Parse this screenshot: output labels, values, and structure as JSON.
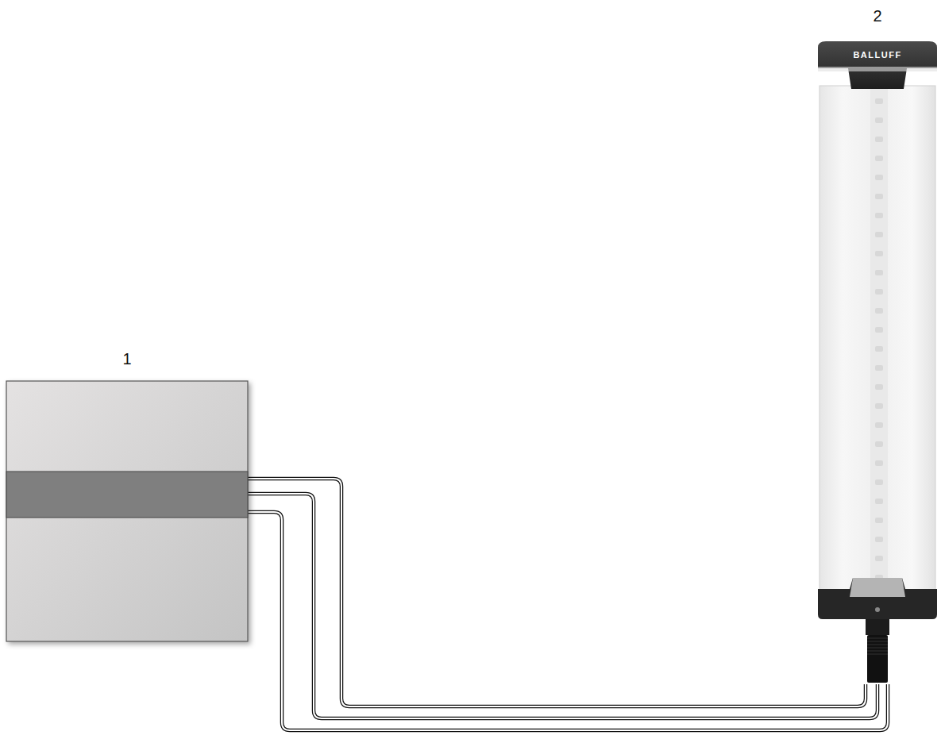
{
  "diagram": {
    "nodes": [
      {
        "text": [
          "1"
        ]
      },
      {
        "text": [
          "2",
          "BALLUFF"
        ]
      }
    ],
    "edges": [
      {
        "from": 0,
        "to": 1,
        "arrow": "none"
      },
      {
        "from": 0,
        "to": 1,
        "arrow": "none"
      },
      {
        "from": 0,
        "to": 1,
        "arrow": "none"
      }
    ]
  }
}
